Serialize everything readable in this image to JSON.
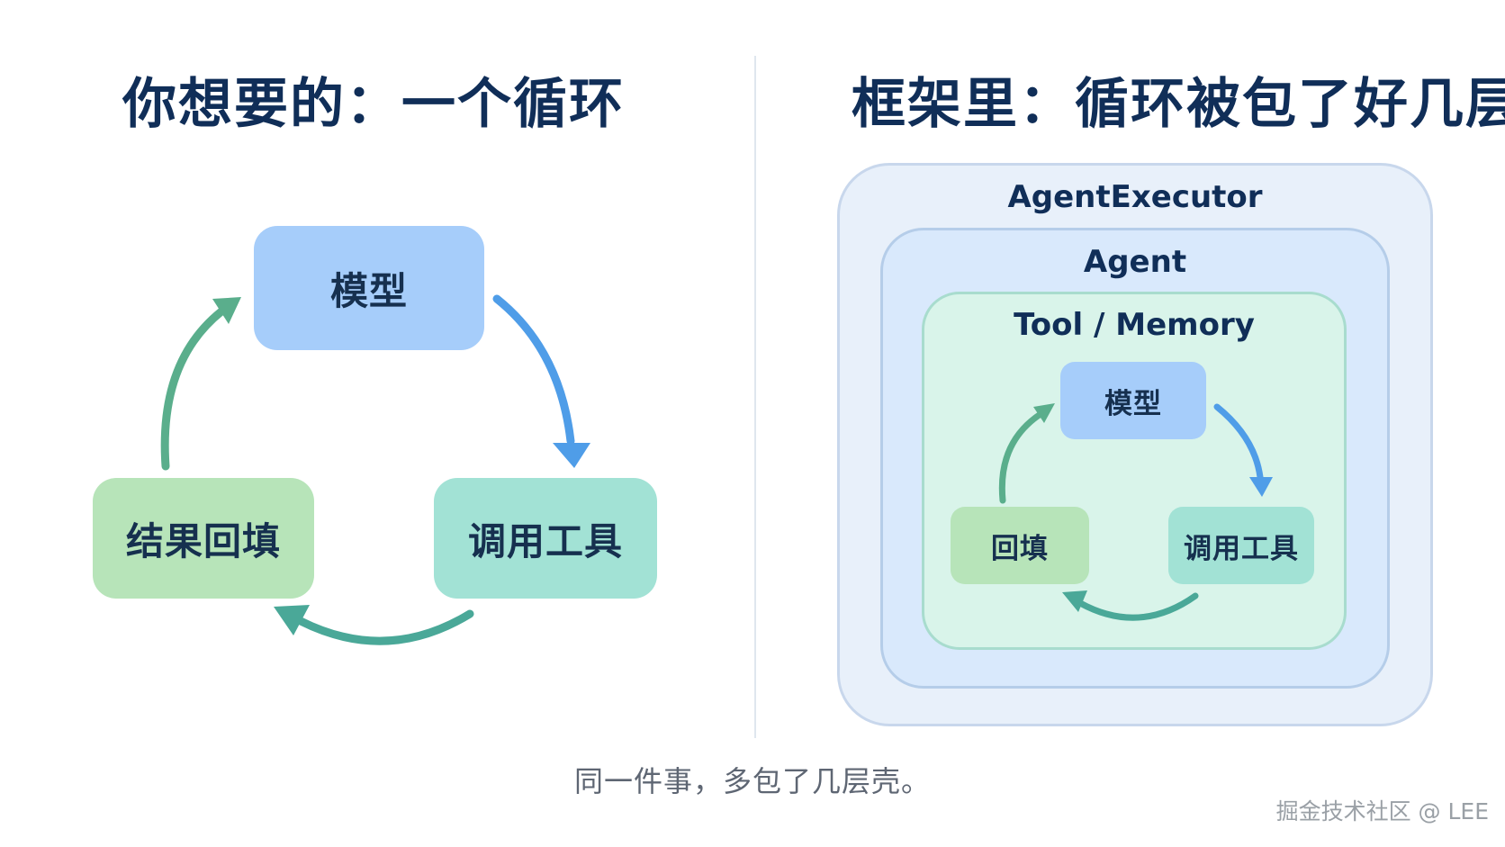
{
  "left": {
    "title": "你想要的：一个循环",
    "nodes": {
      "model": "模型",
      "call_tool": "调用工具",
      "result_backfill": "结果回填"
    }
  },
  "right": {
    "title": "框架里：循环被包了好几层",
    "layers": {
      "outer": "AgentExecutor",
      "middle": "Agent",
      "inner": "Tool / Memory"
    },
    "nodes": {
      "model": "模型",
      "call_tool": "调用工具",
      "backfill": "回填"
    }
  },
  "caption": "同一件事，多包了几层壳。",
  "watermark": "掘金技术社区 @ LEE",
  "colors": {
    "title": "#102e58",
    "arrow_blue": "#4f9de8",
    "arrow_teal": "#4aa898",
    "arrow_green": "#5aae8c"
  }
}
